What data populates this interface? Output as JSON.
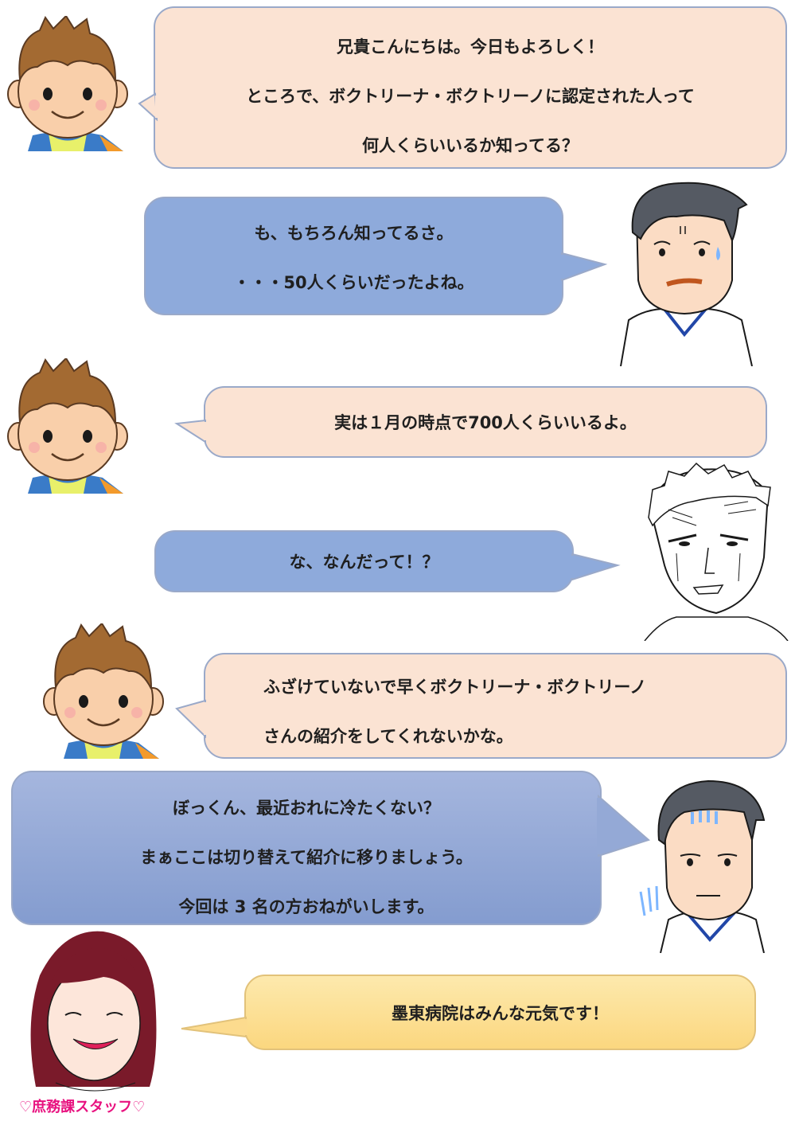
{
  "dialogue": [
    {
      "speaker": "boy",
      "lines": [
        "兄貴こんにちは。今日もよろしく！",
        "ところで、ボクトリーナ・ボクトリーノに認定された人って",
        "何人くらいいるか知ってる？"
      ]
    },
    {
      "speaker": "brother",
      "lines": [
        "も、もちろん知ってるさ。",
        "・・・50人くらいだったよね。"
      ]
    },
    {
      "speaker": "boy",
      "lines": [
        "実は１月の時点で700人くらいいるよ。"
      ]
    },
    {
      "speaker": "brother-shocked",
      "lines": [
        "な、なんだって！？"
      ]
    },
    {
      "speaker": "boy",
      "lines": [
        "ふざけていないで早くボクトリーナ・ボクトリーノ",
        "さんの紹介をしてくれないかな。"
      ]
    },
    {
      "speaker": "brother-tired",
      "lines": [
        "ぼっくん、最近おれに冷たくない？",
        "まぁここは切り替えて紹介に移りましょう。",
        "今回は 3 名の方おねがいします。"
      ]
    },
    {
      "speaker": "staff",
      "lines": [
        "墨東病院はみんな元気です！"
      ]
    }
  ],
  "staff_caption": "♡庶務課スタッフ♡",
  "colors": {
    "pink_bubble": "#fbe3d3",
    "blue_bubble": "#8eaadb",
    "orange_bubble": "#fbd77f",
    "caption": "#e8117f"
  }
}
